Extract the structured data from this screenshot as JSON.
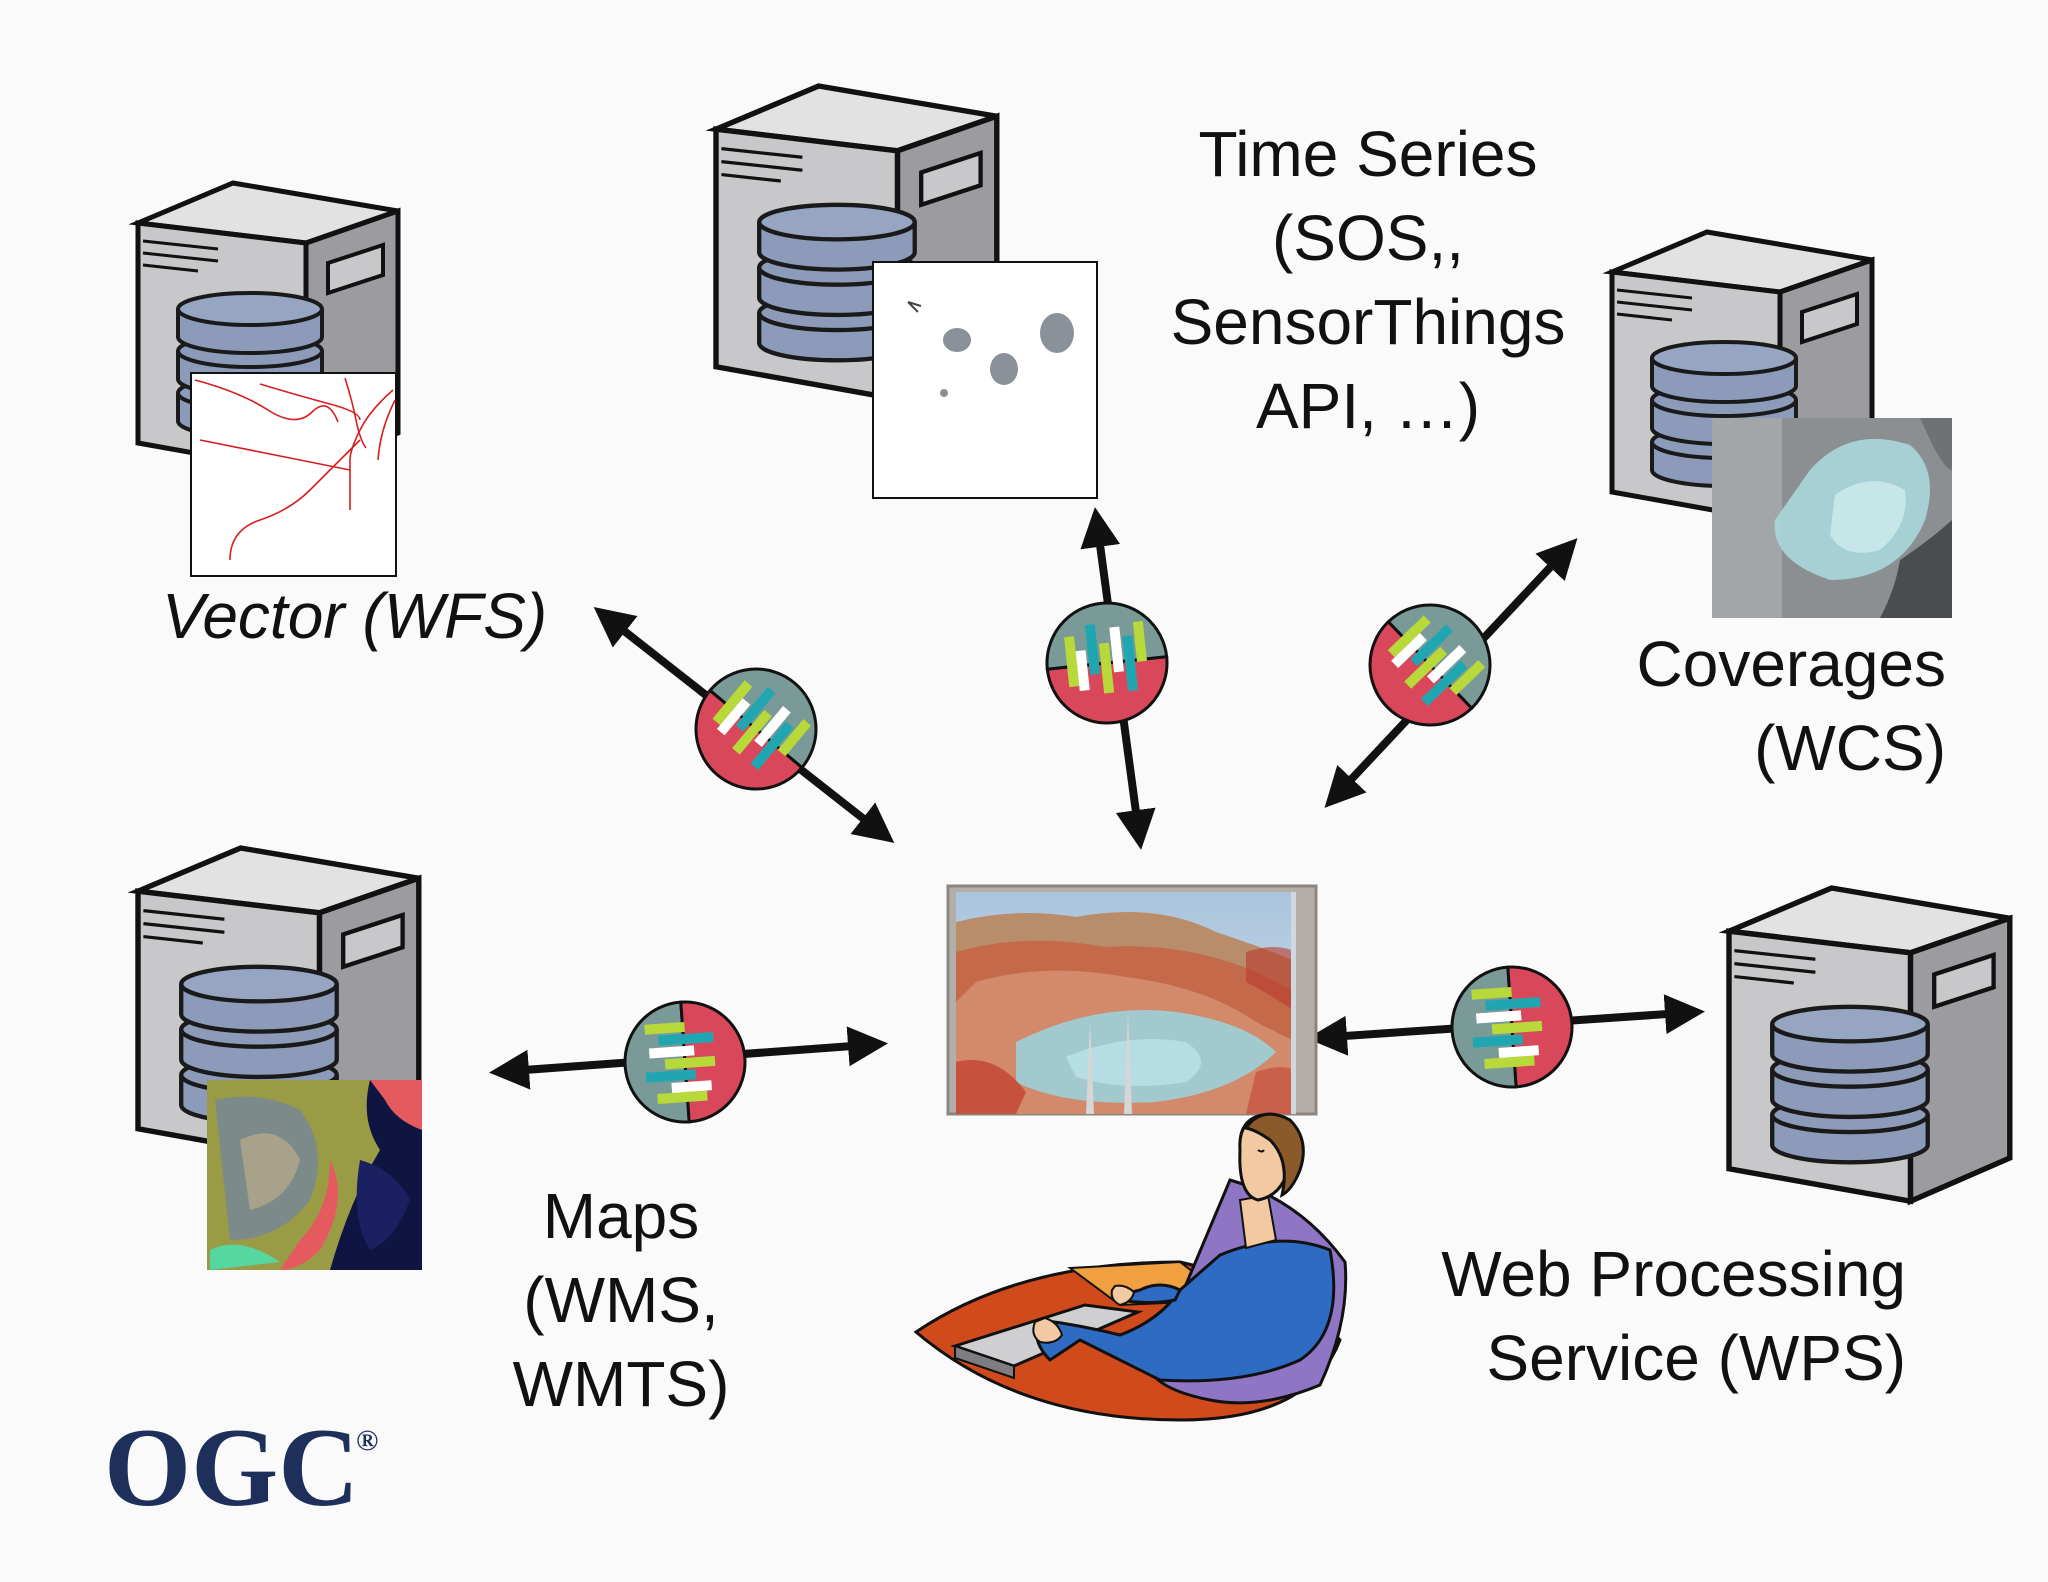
{
  "labels": {
    "vector": "Vector (WFS)",
    "time_series": [
      "Time Series",
      "(SOS,,",
      "SensorThings",
      "API, …)"
    ],
    "coverages": [
      "Coverages",
      "(WCS)"
    ],
    "maps": [
      "Maps",
      "(WMS,",
      "WMTS)"
    ],
    "wps": [
      "Web Processing",
      "Service (WPS)"
    ]
  },
  "logo": {
    "text": "OGC",
    "mark": "®"
  },
  "icons": {
    "server": "server-database-icon",
    "capsule": "data-capsule-icon",
    "user": "user-at-computer-icon"
  },
  "colors": {
    "server_body": "#c8c8ca",
    "disk": "#8b9bb9",
    "capsule_top": "#7a9a98",
    "capsule_bottom": "#d9485a",
    "stripe_green": "#b8d93a",
    "stripe_teal": "#1fa6b0",
    "logo_blue": "#1d2f5a"
  }
}
